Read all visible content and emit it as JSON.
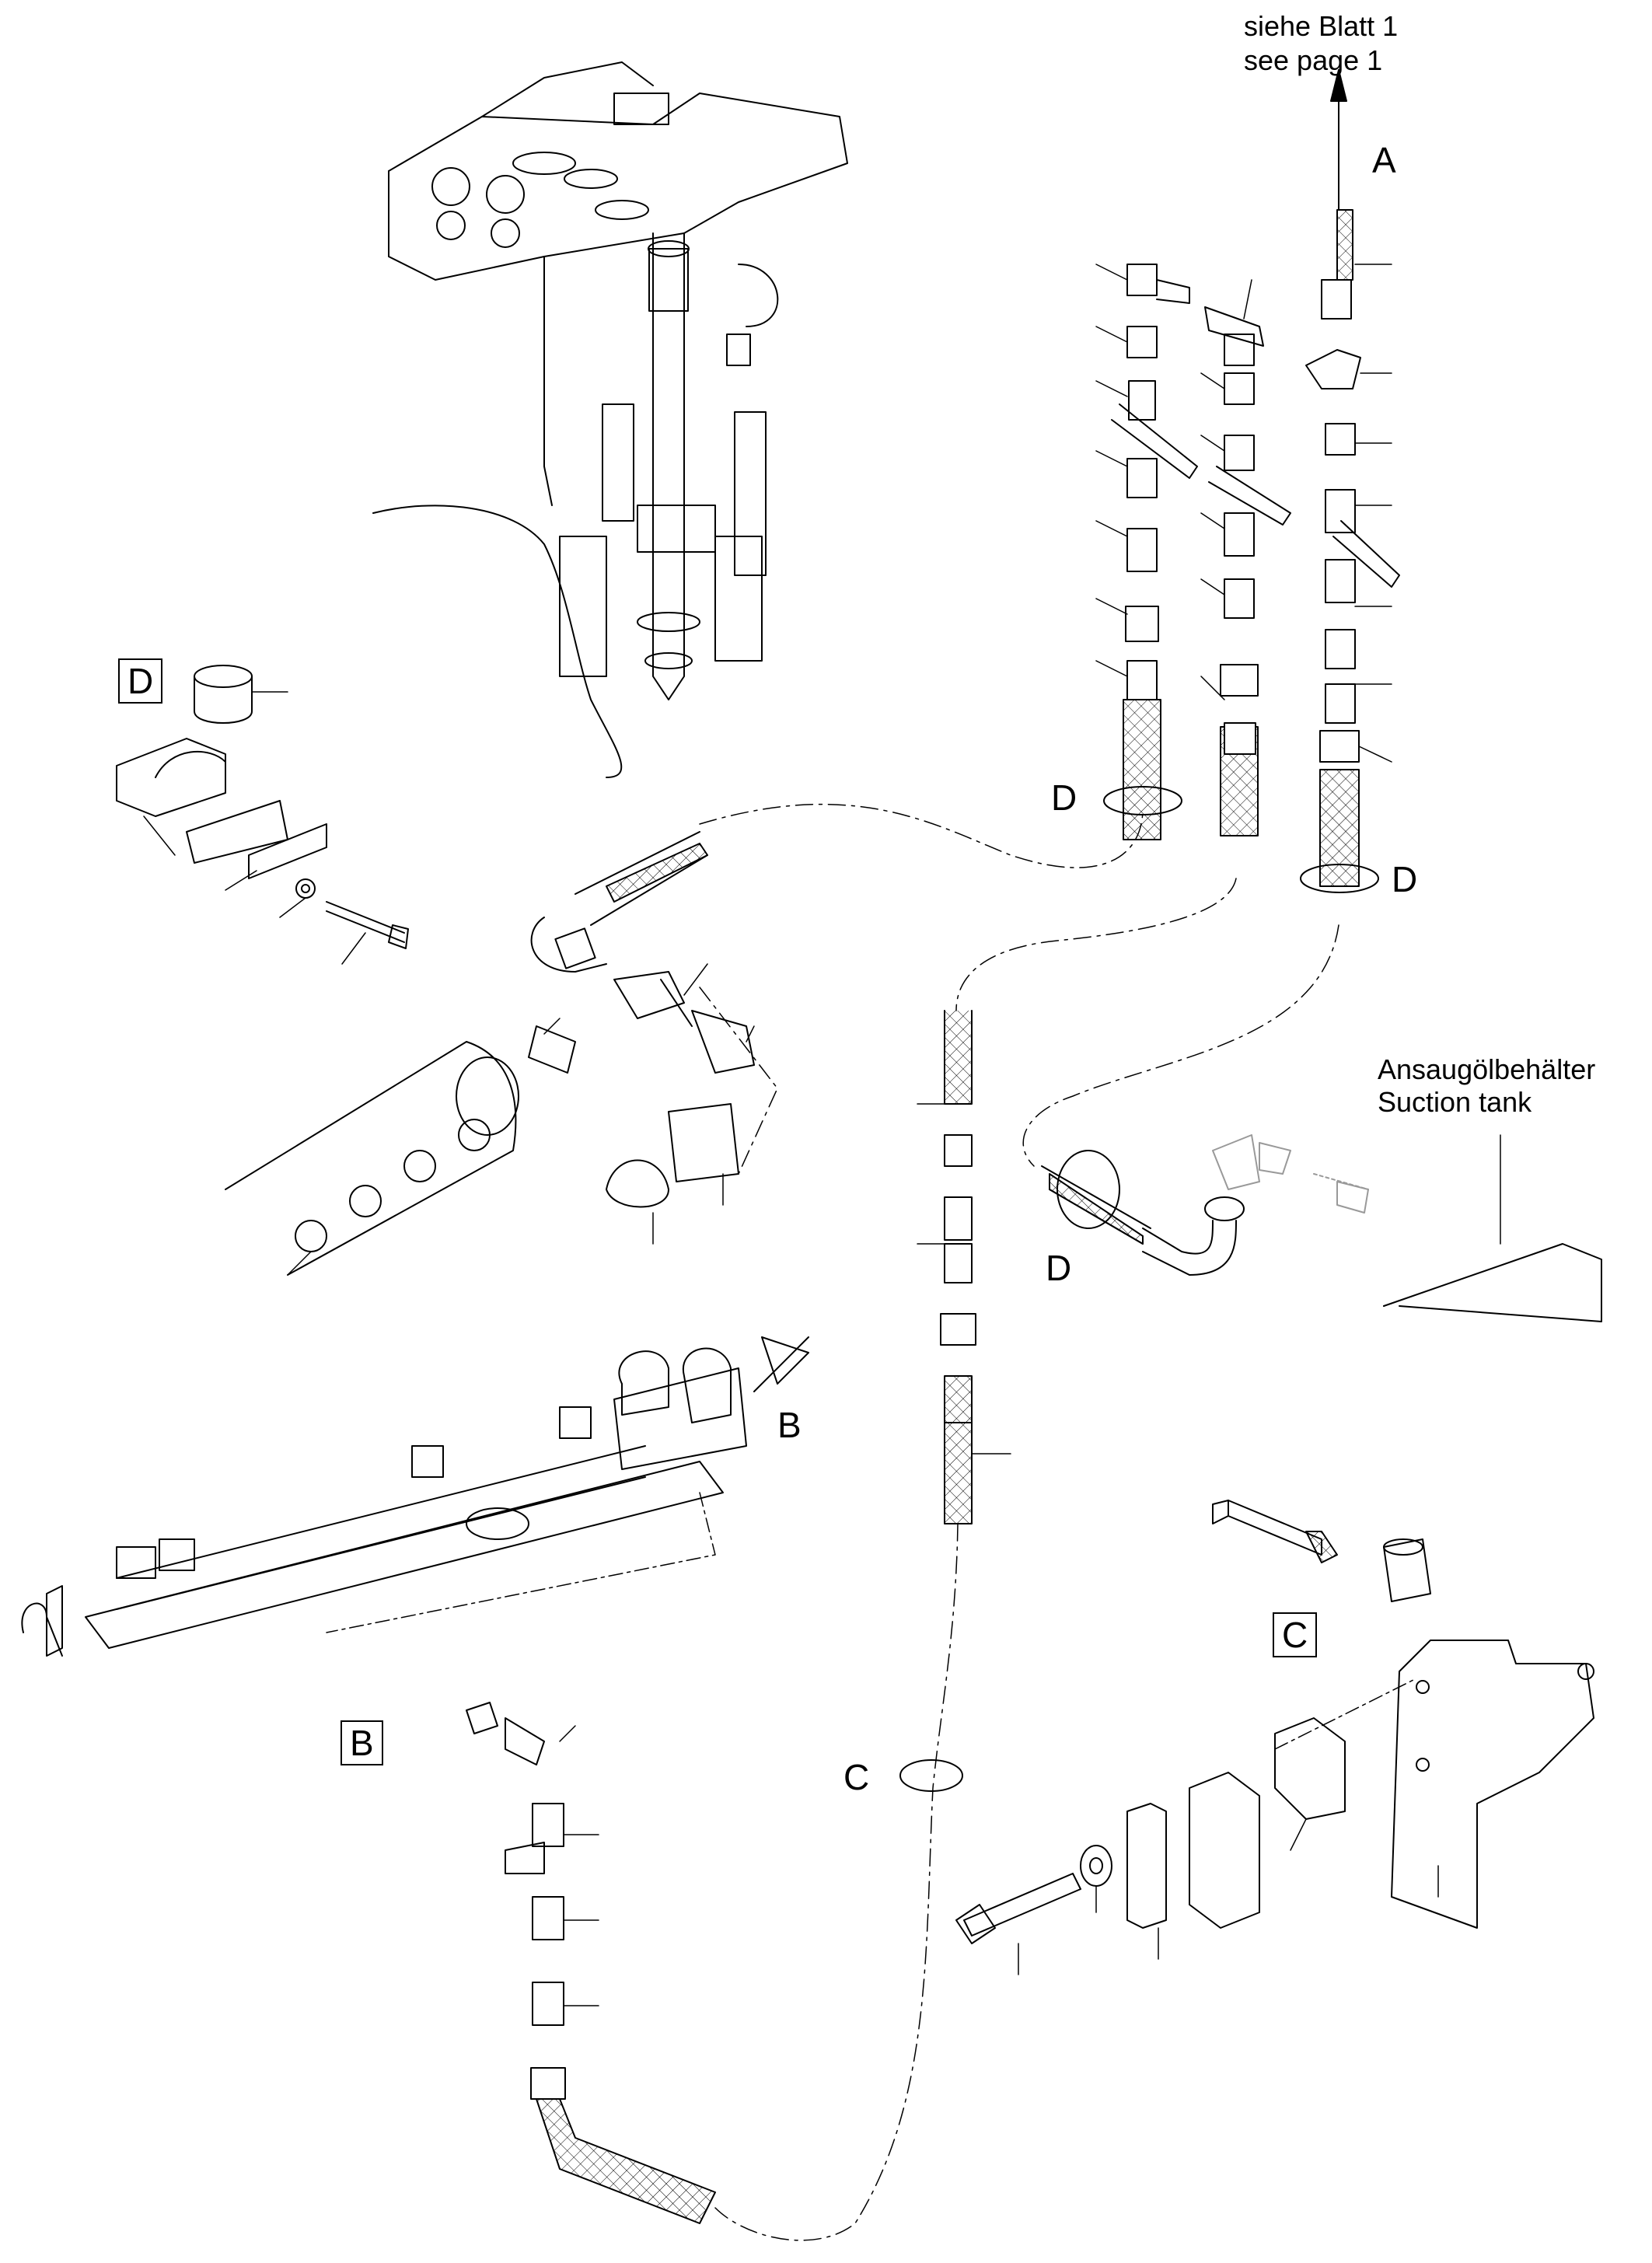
{
  "reference": {
    "de": "siehe Blatt 1",
    "en": "see page 1"
  },
  "tank": {
    "de": "Ansaugölbehälter",
    "en": "Suction tank"
  },
  "markers": {
    "A": "A",
    "B": "B",
    "C": "C",
    "D": "D"
  },
  "boxed_labels": {
    "B": "B",
    "C": "C",
    "D": "D"
  }
}
